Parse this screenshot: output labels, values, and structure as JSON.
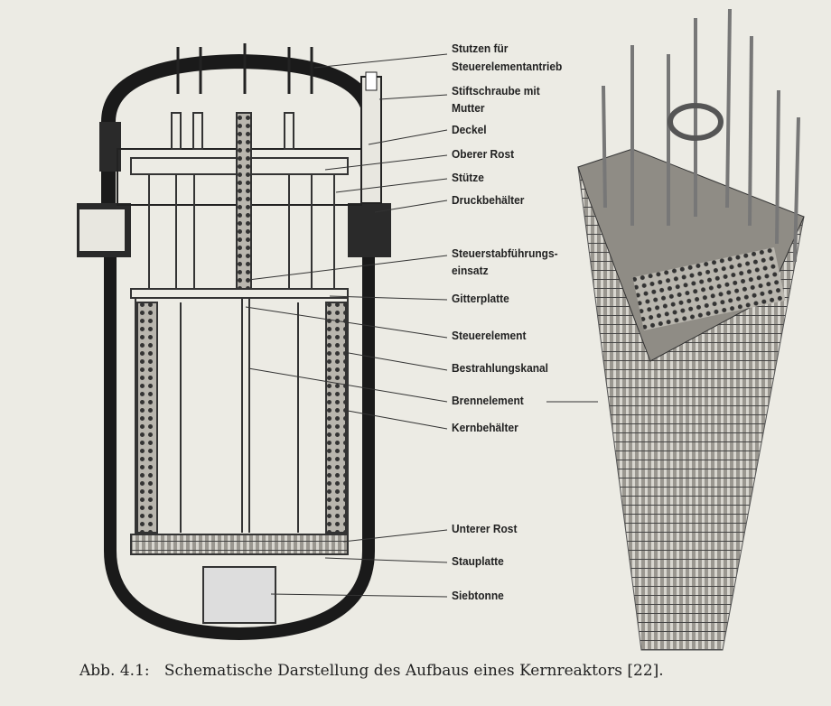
{
  "labels": [
    "Stutzen für",
    "Steuerelementantrieb",
    "Stiftschraube mit",
    "Mutter",
    "Deckel",
    "Oberer Rost",
    "Stütze",
    "Druckbehälter",
    "Steuerstabführungs-",
    "einsatz",
    "Gitterplatte",
    "Steuerelement",
    "Bestrahlungskanal",
    "Brennelement",
    "Kernbehälter",
    "Unterer Rost",
    "Stauplatte",
    "Siebtonne"
  ],
  "caption": "Abb. 4.1:   Schematische Darstellung des Aufbaus eines Kernreaktors [22]."
}
